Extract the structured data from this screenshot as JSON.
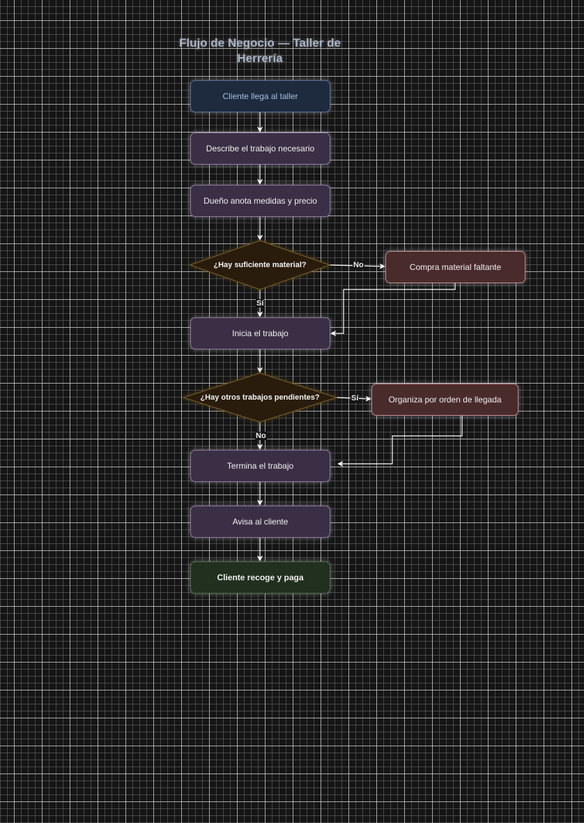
{
  "title": "Flujo de Negocio — Taller de Herrería",
  "nodes": {
    "n1": {
      "label": "Cliente llega al taller",
      "type": "start"
    },
    "n2": {
      "label": "Describe el trabajo necesario",
      "type": "process"
    },
    "n3": {
      "label": "Dueño anota medidas y precio",
      "type": "process"
    },
    "d1": {
      "label": "¿Hay suficiente material?",
      "type": "decision"
    },
    "n4": {
      "label": "Compra material faltante",
      "type": "alternate"
    },
    "n5": {
      "label": "Inicia el trabajo",
      "type": "process"
    },
    "d2": {
      "label": "¿Hay otros trabajos pendientes?",
      "type": "decision"
    },
    "n6": {
      "label": "Organiza por orden de llegada",
      "type": "alternate"
    },
    "n7": {
      "label": "Termina el trabajo",
      "type": "process"
    },
    "n8": {
      "label": "Avisa al cliente",
      "type": "process"
    },
    "n9": {
      "label": "Cliente recoge y paga",
      "type": "end"
    }
  },
  "edges": [
    {
      "from": "n1",
      "to": "n2",
      "label": ""
    },
    {
      "from": "n2",
      "to": "n3",
      "label": ""
    },
    {
      "from": "n3",
      "to": "d1",
      "label": ""
    },
    {
      "from": "d1",
      "to": "n4",
      "label": "No"
    },
    {
      "from": "d1",
      "to": "n5",
      "label": "Sí"
    },
    {
      "from": "n4",
      "to": "n5",
      "label": ""
    },
    {
      "from": "n5",
      "to": "d2",
      "label": ""
    },
    {
      "from": "d2",
      "to": "n6",
      "label": "Sí"
    },
    {
      "from": "d2",
      "to": "n7",
      "label": "No"
    },
    {
      "from": "n6",
      "to": "n7",
      "label": ""
    },
    {
      "from": "n7",
      "to": "n8",
      "label": ""
    },
    {
      "from": "n8",
      "to": "n9",
      "label": ""
    }
  ],
  "colors": {
    "start_fill": "#1e2a3e",
    "process_fill": "#3b2f45",
    "decision_fill": "#2a1d08",
    "alternate_fill": "#4a2b2b",
    "end_fill": "#22301f",
    "edge": "#ffffff"
  }
}
